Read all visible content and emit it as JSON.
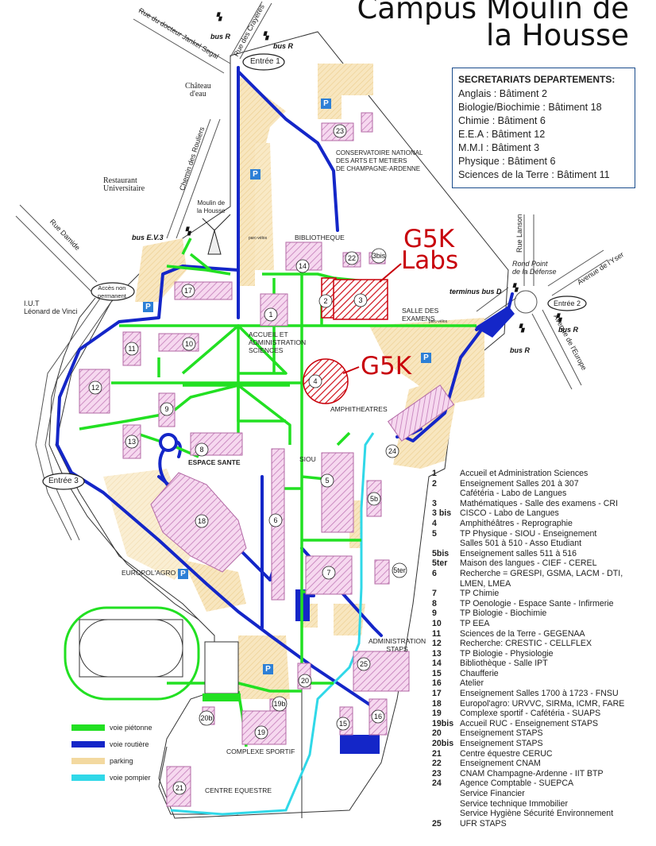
{
  "title": {
    "line1": "Campus Moulin de",
    "line2": "la Housse"
  },
  "secretariats": {
    "heading": "SECRETARIATS DEPARTEMENTS:",
    "lines": [
      "Anglais : Bâtiment 2",
      "Biologie/Biochimie : Bâtiment 18",
      "Chimie : Bâtiment 6",
      "E.E.A  : Bâtiment 12",
      "M.M.I  : Bâtiment 3",
      "Physique : Bâtiment 6",
      "Sciences de la Terre : Bâtiment 11"
    ]
  },
  "annotations": {
    "g5k_labs_1": "G5K",
    "g5k_labs_2": "Labs",
    "g5k": "G5K",
    "color": "#c8000a"
  },
  "streets": {
    "jankel": "Rue du docteur Jankel Segal",
    "crayeres": "Rue des Crayeres",
    "rouliers": "Chemin des Rouliers",
    "damide": "Rue Damide",
    "lanson": "Rue Lanson",
    "yser": "Avenue de l'Yser",
    "europe": "Avenue de l'Europe"
  },
  "places": {
    "entree1": "Entrée 1",
    "entree2": "Entrée 2",
    "entree3": "Entrée 3",
    "acces1": "Accès non",
    "acces2": "permanent",
    "chateau1": "Château",
    "chateau2": "d'eau",
    "resto1": "Restaurant",
    "resto2": "Universitaire",
    "moulin1": "Moulin de",
    "moulin2": "la Housse",
    "iut1": "I.U.T",
    "iut2": "Léonard de Vinci",
    "cnam1": "CONSERVATOIRE NATIONAL",
    "cnam2": "DES ARTS ET METIERS",
    "cnam3": "DE CHAMPAGNE-ARDENNE",
    "bibliotheque": "BIBLIOTHEQUE",
    "parcvelos1": "parc-vélos",
    "parcvelos2": "parc-vélos",
    "salle1": "SALLE DES",
    "salle2": "EXAMENS",
    "accueil1": "ACCUEIL ET",
    "accueil2": "ADMINISTRATION",
    "accueil3": "SCIENCES",
    "amphi": "AMPHITHEATRES",
    "espace": "ESPACE SANTE",
    "siou": "SIOU",
    "europol": "EUROPOL'AGRO",
    "admstaps1": "ADMINISTRATION",
    "admstaps2": "STAPS",
    "complexe": "COMPLEXE SPORTIF",
    "equestre": "CENTRE EQUESTRE",
    "rondpoint1": "Rond Point",
    "rondpoint2": "de la Défense",
    "parking_p": "P"
  },
  "bus": {
    "busR1": "bus R",
    "busR2": "bus R",
    "busR3": "bus R",
    "busR4": "bus R",
    "busEV3": "bus E.V.3",
    "terminus": "terminus bus D"
  },
  "key": [
    {
      "label": "voie piétonne",
      "color": "#22e022"
    },
    {
      "label": "voie routière",
      "color": "#1020d0"
    },
    {
      "label": "parking",
      "color": "#f3d9a0"
    },
    {
      "label": "voie pompier",
      "color": "#30d8e8"
    }
  ],
  "buildings_list": [
    {
      "num": "1",
      "text": "Accueil et Administration Sciences"
    },
    {
      "num": "2",
      "text": "Enseignement Salles 201 à 307"
    },
    {
      "num": "",
      "text": "Cafétéria - Labo de Langues"
    },
    {
      "num": "3",
      "text": "Mathématiques - Salle des examens - CRI"
    },
    {
      "num": "3 bis",
      "text": "CISCO - Labo de Langues"
    },
    {
      "num": "4",
      "text": "Amphithéâtres - Reprographie"
    },
    {
      "num": "5",
      "text": "TP Physique - SIOU - Enseignement"
    },
    {
      "num": "",
      "text": "Salles 501 à 510 - Asso Etudiant"
    },
    {
      "num": "5bis",
      "text": "Enseignement salles 511 à 516"
    },
    {
      "num": "5ter",
      "text": "Maison des langues - CIEF - CEREL"
    },
    {
      "num": "6",
      "text": "Recherche = GRESPI, GSMA, LACM - DTI,"
    },
    {
      "num": "",
      "text": "LMEN, LMEA"
    },
    {
      "num": "7",
      "text": "TP Chimie"
    },
    {
      "num": "8",
      "text": "TP Oenologie - Espace Sante - Infirmerie"
    },
    {
      "num": "9",
      "text": "TP Biologie - Biochimie"
    },
    {
      "num": "10",
      "text": "TP EEA"
    },
    {
      "num": "11",
      "text": "Sciences de la Terre - GEGENAA"
    },
    {
      "num": "12",
      "text": "Recherche: CRESTIC - CELLFLEX"
    },
    {
      "num": "13",
      "text": "TP Biologie - Physiologie"
    },
    {
      "num": "14",
      "text": "Bibliothèque - Salle IPT"
    },
    {
      "num": "15",
      "text": "Chaufferie"
    },
    {
      "num": "16",
      "text": "Atelier"
    },
    {
      "num": "17",
      "text": "Enseignement Salles 1700 à 1723 - FNSU"
    },
    {
      "num": "18",
      "text": "Europol'agro: URVVC, SIRMa, ICMR, FARE"
    },
    {
      "num": "19",
      "text": "Complexe sportif - Cafétéria - SUAPS"
    },
    {
      "num": "19bis",
      "text": "Accueil RUC - Enseignement STAPS"
    },
    {
      "num": "20",
      "text": "Enseignement STAPS"
    },
    {
      "num": "20bis",
      "text": "Enseignement STAPS"
    },
    {
      "num": "21",
      "text": "Centre équestre CERUC"
    },
    {
      "num": "22",
      "text": "Enseignement CNAM"
    },
    {
      "num": "23",
      "text": "CNAM Champagne-Ardenne - IIT BTP"
    },
    {
      "num": "24",
      "text": "Agence Comptable - SUEPCA"
    },
    {
      "num": "",
      "text": "Service Financier"
    },
    {
      "num": "",
      "text": "Service technique Immobilier"
    },
    {
      "num": "",
      "text": "Service Hygiène Sécurité Environnement"
    },
    {
      "num": "25",
      "text": "UFR STAPS"
    }
  ],
  "building_labels": [
    "1",
    "2",
    "3",
    "3bis",
    "4",
    "5",
    "5b",
    "5ter",
    "6",
    "7",
    "8",
    "9",
    "10",
    "11",
    "12",
    "13",
    "14",
    "15",
    "16",
    "17",
    "18",
    "19",
    "19b",
    "20",
    "20b",
    "21",
    "22",
    "23",
    "24",
    "25"
  ]
}
